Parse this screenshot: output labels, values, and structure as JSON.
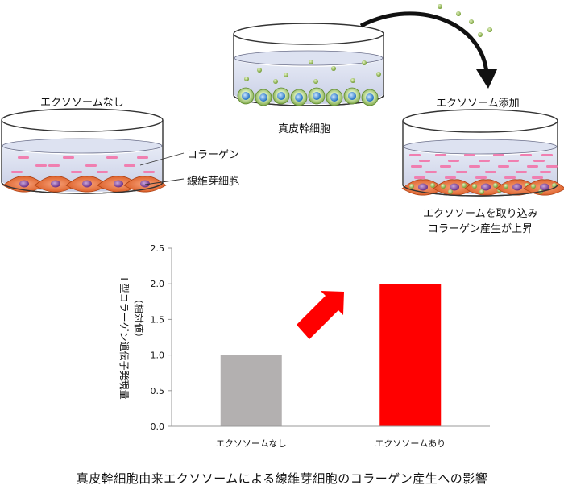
{
  "top_diagram": {
    "dish_left_label": "エクソソームなし",
    "dish_top_label": "真皮幹細胞",
    "dish_right_label": "エクソソーム添加",
    "collagen_label": "コラーゲン",
    "fibroblast_label": "線維芽細胞",
    "result_line1": "エクソソームを取り込み",
    "result_line2": "コラーゲン産生が上昇"
  },
  "chart_data": {
    "type": "bar",
    "categories": [
      "エクソソームなし",
      "エクソソームあり"
    ],
    "values": [
      1.0,
      2.0
    ],
    "colors": [
      "#b3b0b0",
      "#ff0000"
    ],
    "ylabel_line1": "I 型コラーゲン遺伝子発現量",
    "ylabel_line2": "（相対値）",
    "ylim": [
      0,
      2.5
    ],
    "yticks": [
      "0.0",
      "0.5",
      "1.0",
      "1.5",
      "2.0",
      "2.5"
    ],
    "arrow_color": "#ff0000"
  },
  "caption": "真皮幹細胞由来エクソソームによる線維芽細胞のコラーゲン産生への影響"
}
